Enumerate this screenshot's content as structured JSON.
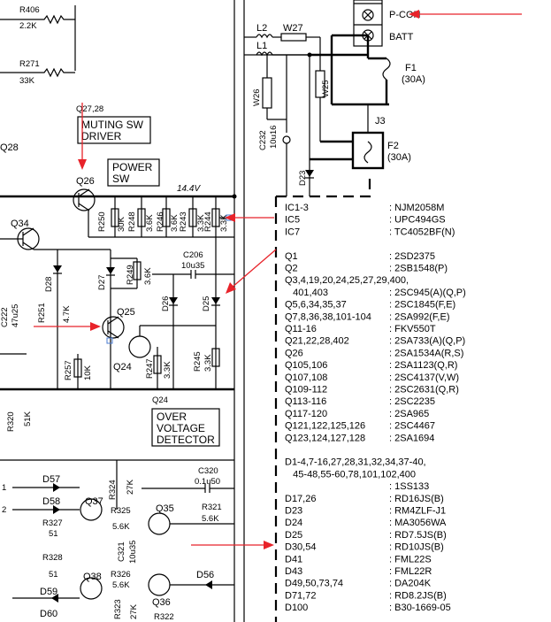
{
  "colors": {
    "ink": "#000000",
    "annotation": "#e8232a",
    "background": "#ffffff"
  },
  "connector": {
    "p_con": "P-CON",
    "batt": "BATT"
  },
  "fuses": {
    "f1": "F1",
    "f1_rating": "(30A)",
    "f2": "F2",
    "f2_rating": "(30A)"
  },
  "jumpers": {
    "j3": "J3",
    "w27": "W27",
    "w26": "W26",
    "w25": "W25"
  },
  "coils": {
    "l1": "L1",
    "l2": "L2"
  },
  "resistors": {
    "r406": "R406",
    "r406_v": "2.2K",
    "r271": "R271",
    "r271_v": "33K",
    "r250": "R250",
    "r250_v": "30K",
    "r248": "R248",
    "r248_v": "3.6K",
    "r246": "R246",
    "r246_v": "3.6K",
    "r243": "R243",
    "r243_v": "3.3K",
    "r244": "R244",
    "r244_v": "3.3K",
    "r249": "R249",
    "r249_v": "3.6K",
    "r251": "R251",
    "r251_v": "4.7K",
    "r257": "R257",
    "r257_v": "10K",
    "r247": "R247",
    "r247_v": "3.3K",
    "r245": "R245",
    "r245_v": "3.3K",
    "r320": "R320",
    "r320_v": "51K",
    "r324": "R324",
    "r324_v": "27K",
    "r325": "R325",
    "r325_v": "5.6K",
    "r327": "R327",
    "r327_v": "51",
    "r321": "R321",
    "r321_v": "5.6K",
    "r328": "R328",
    "r328_v": "51",
    "r326": "R326",
    "r326_v": "5.6K",
    "r323": "R323",
    "r323_v": "27K",
    "r322": "R322"
  },
  "capacitors": {
    "c232": "C232",
    "c232_v": "10u16",
    "c206": "C206",
    "c206_v": "10u35",
    "c222": "C222",
    "c222_v": "47u25",
    "c320": "C320",
    "c320_v": "0.1u50",
    "c321": "C321",
    "c321_v": "10u35"
  },
  "diodes": {
    "d23": "D23",
    "d28": "D28",
    "d27": "D27",
    "d26": "D26",
    "d25": "D25",
    "d57": "D57",
    "d58": "D58",
    "d59": "D59",
    "d60": "D60",
    "d56": "D56"
  },
  "transistors": {
    "q27_28": "Q27,28",
    "q28": "Q28",
    "q26": "Q26",
    "q34": "Q34",
    "q25": "Q25",
    "q24": "Q24",
    "q24_b": "Q24",
    "q37": "Q37",
    "q35": "Q35",
    "q38": "Q38",
    "q36": "Q36"
  },
  "blocks": {
    "muting_1": "MUTING SW",
    "muting_2": "DRIVER",
    "power_1": "POWER",
    "power_2": "SW",
    "ov_1": "OVER",
    "ov_2": "VOLTAGE",
    "ov_3": "DETECTOR"
  },
  "voltage": "14.4V",
  "inputs": {
    "in1": "1",
    "in2": "2"
  },
  "parts_list": [
    {
      "ref": "IC1-3",
      "part": ": NJM2058M"
    },
    {
      "ref": "IC5",
      "part": ": UPC494GS"
    },
    {
      "ref": "IC7",
      "part": ": TC4052BF(N)"
    },
    {
      "ref": "",
      "part": ""
    },
    {
      "ref": "Q1",
      "part": ": 2SD2375"
    },
    {
      "ref": "Q2",
      "part": ": 2SB1548(P)"
    },
    {
      "ref": "Q3,4,19,20,24,25,27,29,400,",
      "part": ""
    },
    {
      "ref": "   401,403",
      "part": ": 2SC945(A)(Q,P)"
    },
    {
      "ref": "Q5,6,34,35,37",
      "part": ": 2SC1845(F,E)"
    },
    {
      "ref": "Q7,8,36,38,101-104",
      "part": ": 2SA992(F,E)"
    },
    {
      "ref": "Q11-16",
      "part": ": FKV550T"
    },
    {
      "ref": "Q21,22,28,402",
      "part": ": 2SA733(A)(Q,P)"
    },
    {
      "ref": "Q26",
      "part": ": 2SA1534A(R,S)"
    },
    {
      "ref": "Q105,106",
      "part": ": 2SA1123(Q,R)"
    },
    {
      "ref": "Q107,108",
      "part": ": 2SC4137(V,W)"
    },
    {
      "ref": "Q109-112",
      "part": ": 2SC2631(Q,R)"
    },
    {
      "ref": "Q113-116",
      "part": ": 2SC2235"
    },
    {
      "ref": "Q117-120",
      "part": ": 2SA965"
    },
    {
      "ref": "Q121,122,125,126",
      "part": ": 2SC4467"
    },
    {
      "ref": "Q123,124,127,128",
      "part": ": 2SA1694"
    },
    {
      "ref": "",
      "part": ""
    },
    {
      "ref": "D1-4,7-16,27,28,31,32,34,37-40,",
      "part": ""
    },
    {
      "ref": "   45-48,55-60,78,101,102,400",
      "part": ""
    },
    {
      "ref": "",
      "part": ": 1SS133"
    },
    {
      "ref": "D17,26",
      "part": ": RD16JS(B)"
    },
    {
      "ref": "D23",
      "part": ": RM4ZLF-J1"
    },
    {
      "ref": "D24",
      "part": ": MA3056WA"
    },
    {
      "ref": "D25",
      "part": ": RD7.5JS(B)"
    },
    {
      "ref": "D30,54",
      "part": ": RD10JS(B)"
    },
    {
      "ref": "D41",
      "part": ": FML22S"
    },
    {
      "ref": "D43",
      "part": ": FML22R"
    },
    {
      "ref": "D49,50,73,74",
      "part": ": DA204K"
    },
    {
      "ref": "D71,72",
      "part": ": RD8.2JS(B)"
    },
    {
      "ref": "D100",
      "part": ": B30-1669-05"
    }
  ]
}
